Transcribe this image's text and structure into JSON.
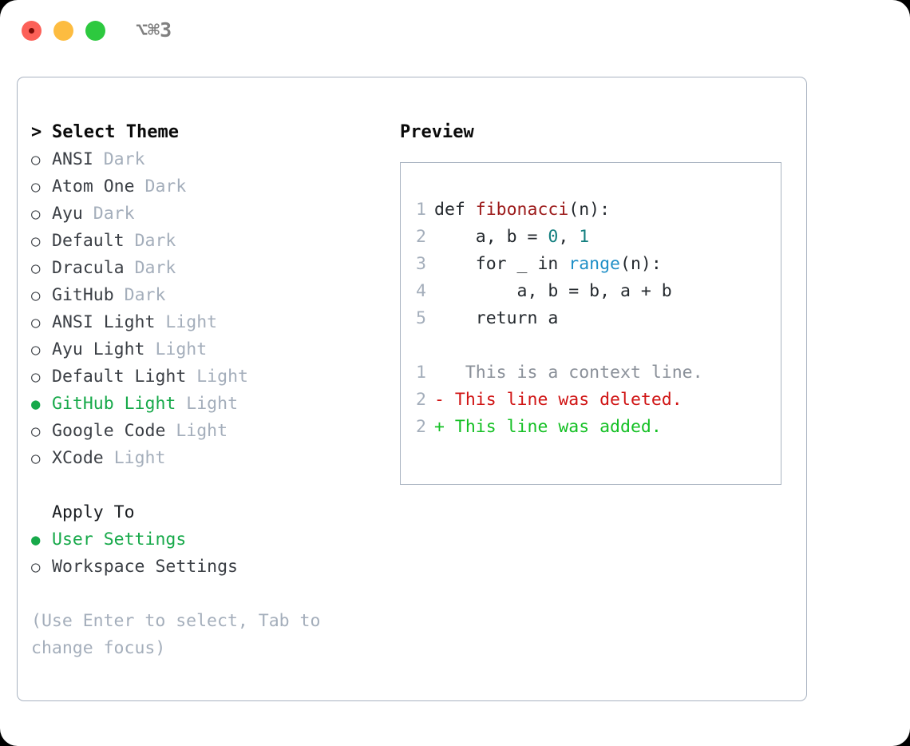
{
  "titlebar": {
    "shortcut": "⌥⌘3",
    "buttons": [
      {
        "name": "close",
        "color": "#fc6058"
      },
      {
        "name": "minimize",
        "color": "#fdbc40"
      },
      {
        "name": "maximize",
        "color": "#2dc93f"
      }
    ]
  },
  "colors": {
    "accent_green": "#17a94a",
    "muted": "#a4aebb",
    "text": "#3b3f45",
    "border": "#a9b3c1",
    "syntax_function": "#9c1a1a",
    "syntax_number": "#137f7f",
    "syntax_call": "#1f8fc7",
    "diff_context": "#8a9099",
    "diff_delete": "#d01414",
    "diff_add": "#14c024"
  },
  "theme_picker": {
    "caret": ">",
    "title": "Select Theme",
    "bullet_unselected": "○",
    "bullet_selected": "●",
    "items": [
      {
        "name": "ANSI",
        "variant": "Dark",
        "selected": false
      },
      {
        "name": "Atom One",
        "variant": "Dark",
        "selected": false
      },
      {
        "name": "Ayu",
        "variant": "Dark",
        "selected": false
      },
      {
        "name": "Default",
        "variant": "Dark",
        "selected": false
      },
      {
        "name": "Dracula",
        "variant": "Dark",
        "selected": false
      },
      {
        "name": "GitHub",
        "variant": "Dark",
        "selected": false
      },
      {
        "name": "ANSI Light",
        "variant": "Light",
        "selected": false
      },
      {
        "name": "Ayu Light",
        "variant": "Light",
        "selected": false
      },
      {
        "name": "Default Light",
        "variant": "Light",
        "selected": false
      },
      {
        "name": "GitHub Light",
        "variant": "Light",
        "selected": true
      },
      {
        "name": "Google Code",
        "variant": "Light",
        "selected": false
      },
      {
        "name": "XCode",
        "variant": "Light",
        "selected": false
      }
    ]
  },
  "apply_to": {
    "title": "Apply To",
    "items": [
      {
        "name": "User Settings",
        "selected": true
      },
      {
        "name": "Workspace Settings",
        "selected": false
      }
    ]
  },
  "hint": "(Use Enter to select, Tab to change focus)",
  "preview": {
    "title": "Preview",
    "code_lines": [
      {
        "num": "1",
        "segments": [
          {
            "text": "def ",
            "kind": "plain"
          },
          {
            "text": "fibonacci",
            "kind": "fn"
          },
          {
            "text": "(n):",
            "kind": "plain"
          }
        ]
      },
      {
        "num": "2",
        "segments": [
          {
            "text": "    a, b = ",
            "kind": "plain"
          },
          {
            "text": "0",
            "kind": "num"
          },
          {
            "text": ", ",
            "kind": "plain"
          },
          {
            "text": "1",
            "kind": "num"
          }
        ]
      },
      {
        "num": "3",
        "segments": [
          {
            "text": "    for _ in ",
            "kind": "plain"
          },
          {
            "text": "range",
            "kind": "call"
          },
          {
            "text": "(n):",
            "kind": "plain"
          }
        ]
      },
      {
        "num": "4",
        "segments": [
          {
            "text": "        a, b = b, a + b",
            "kind": "plain"
          }
        ]
      },
      {
        "num": "5",
        "segments": [
          {
            "text": "    return a",
            "kind": "plain"
          }
        ]
      }
    ],
    "diff_lines": [
      {
        "num": "1",
        "marker": " ",
        "text": "  This is a context line.",
        "kind": "ctx"
      },
      {
        "num": "2",
        "marker": "-",
        "text": " This line was deleted.",
        "kind": "del"
      },
      {
        "num": "2",
        "marker": "+",
        "text": " This line was added.",
        "kind": "add"
      }
    ]
  }
}
